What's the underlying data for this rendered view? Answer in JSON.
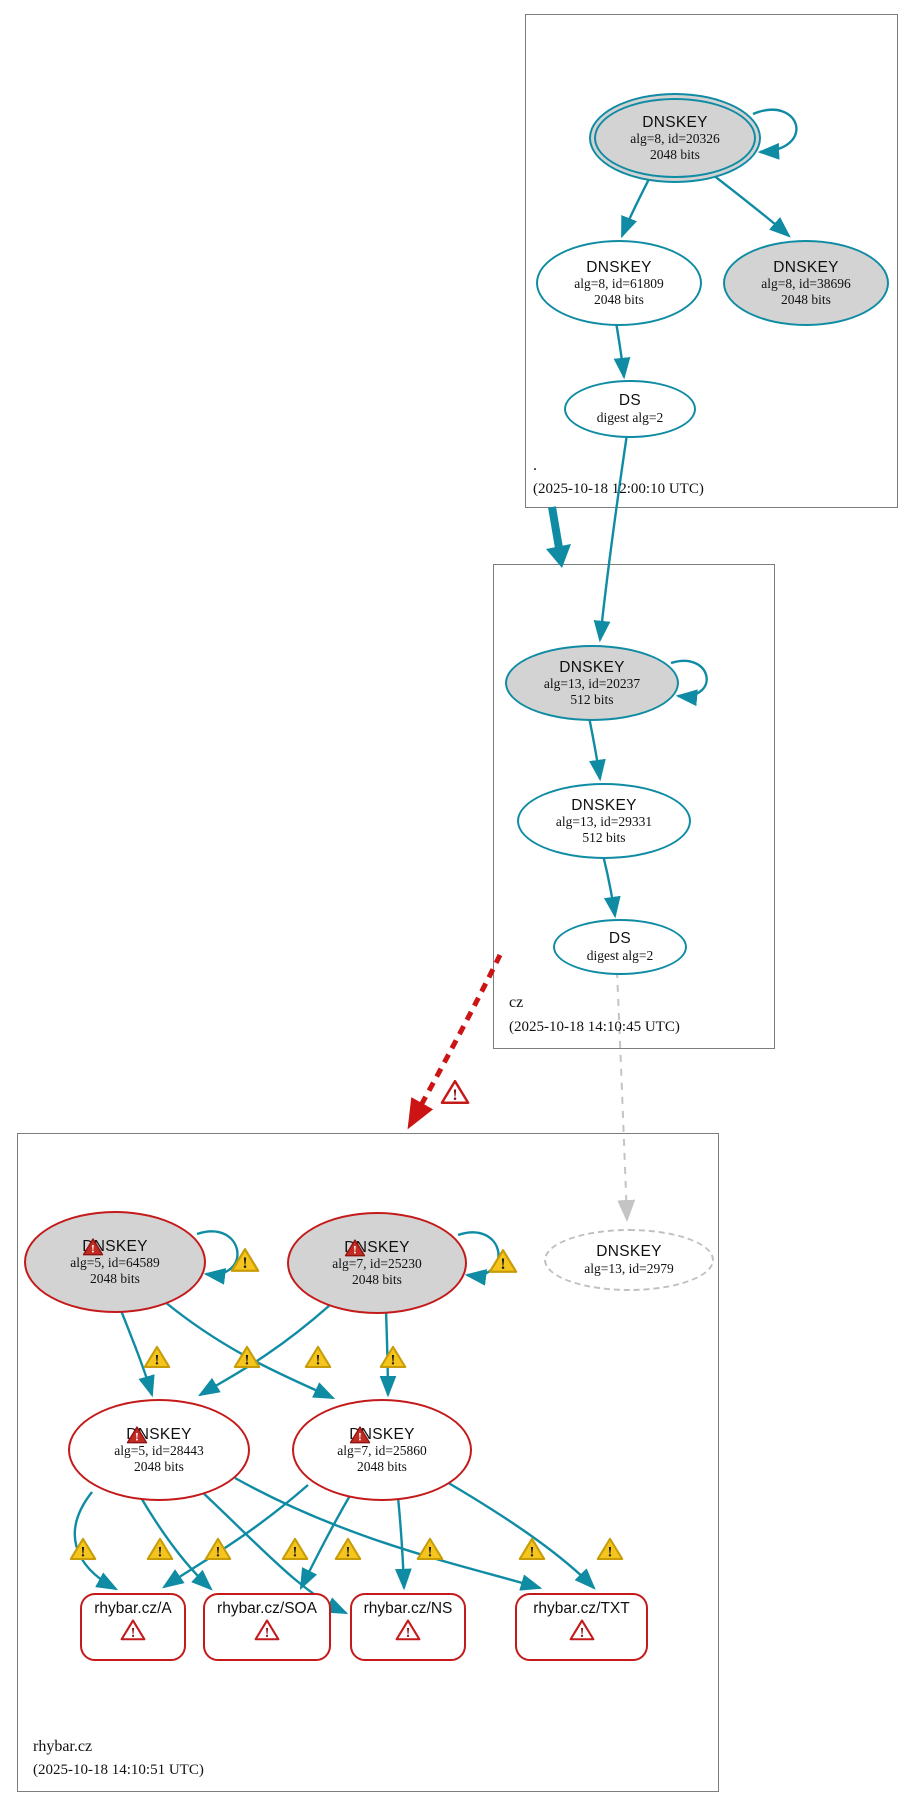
{
  "colors": {
    "edge_teal": "#0f8ca4",
    "error_red": "#c41a1a",
    "warning_yellow": "#f5c51d",
    "node_gray_fill": "#d3d3d3",
    "missing_gray": "#c0c0c0",
    "box_border_gray": "#7d7d7d"
  },
  "icons": {
    "warning_glyph": "!"
  },
  "zones": [
    {
      "label": ".",
      "timestamp": "(2025-10-18 12:00:10 UTC)",
      "nodes": {
        "ksk": {
          "title": "DNSKEY",
          "detail": "alg=8, id=20326",
          "size": "2048 bits"
        },
        "zsk": {
          "title": "DNSKEY",
          "detail": "alg=8, id=61809",
          "size": "2048 bits"
        },
        "key2": {
          "title": "DNSKEY",
          "detail": "alg=8, id=38696",
          "size": "2048 bits"
        },
        "ds": {
          "title": "DS",
          "detail": "digest alg=2"
        }
      }
    },
    {
      "label": "cz",
      "timestamp": "(2025-10-18 14:10:45 UTC)",
      "nodes": {
        "ksk": {
          "title": "DNSKEY",
          "detail": "alg=13, id=20237",
          "size": "512 bits"
        },
        "zsk": {
          "title": "DNSKEY",
          "detail": "alg=13, id=29331",
          "size": "512 bits"
        },
        "ds": {
          "title": "DS",
          "detail": "digest alg=2"
        }
      }
    },
    {
      "label": "rhybar.cz",
      "timestamp": "(2025-10-18 14:10:51 UTC)",
      "nodes": {
        "ksk1": {
          "title": "DNSKEY",
          "detail": "alg=5, id=64589",
          "size": "2048 bits"
        },
        "ksk2": {
          "title": "DNSKEY",
          "detail": "alg=7, id=25230",
          "size": "2048 bits"
        },
        "missing": {
          "title": "DNSKEY",
          "detail": "alg=13, id=2979"
        },
        "zsk1": {
          "title": "DNSKEY",
          "detail": "alg=5, id=28443",
          "size": "2048 bits"
        },
        "zsk2": {
          "title": "DNSKEY",
          "detail": "alg=7, id=25860",
          "size": "2048 bits"
        },
        "rrsets": [
          {
            "label": "rhybar.cz/A"
          },
          {
            "label": "rhybar.cz/SOA"
          },
          {
            "label": "rhybar.cz/NS"
          },
          {
            "label": "rhybar.cz/TXT"
          }
        ]
      }
    }
  ]
}
